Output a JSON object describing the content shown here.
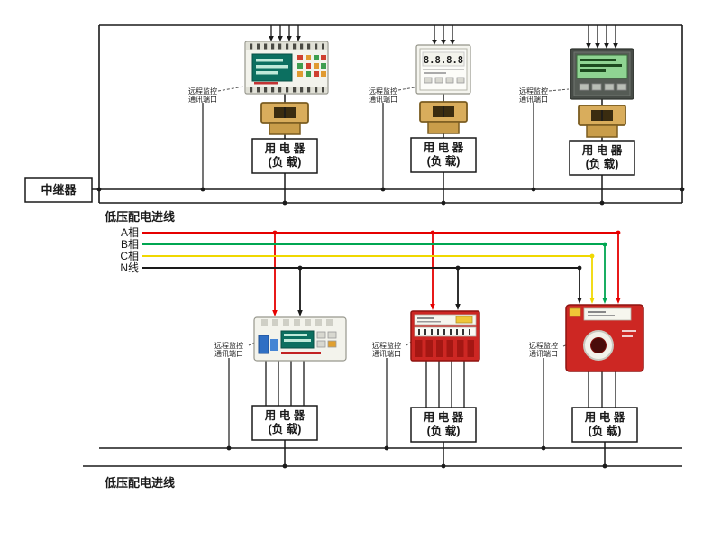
{
  "repeater": {
    "label": "中继器"
  },
  "feeders": {
    "top": "低压配电进线",
    "bottom": "低压配电进线"
  },
  "phases": {
    "a": {
      "label": "A相",
      "color": "#e60000"
    },
    "b": {
      "label": "B相",
      "color": "#00a651"
    },
    "c": {
      "label": "C相",
      "color": "#f0d800"
    },
    "n": {
      "label": "N线",
      "color": "#1a1a1a"
    }
  },
  "comm_port": {
    "line1": "远程监控",
    "line2": "通讯端口",
    "color": "#b03a2e"
  },
  "load_box": {
    "line1": "用 电 器",
    "line2": "(负 载)"
  },
  "meter_display": {
    "digits": "8.8.8.8",
    "color": "#e82010"
  },
  "palette": {
    "wire": "#1a1a1a",
    "ct_gold": "#d9ad5c",
    "device_red": "#cd2723",
    "screen_teal": "#0c6f60",
    "lcd_green": "#8fd492"
  }
}
